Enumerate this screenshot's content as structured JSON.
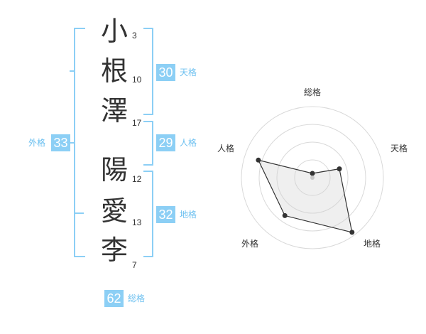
{
  "colors": {
    "accent": "#8ccff5",
    "text": "#333333",
    "label": "#6cc0f0"
  },
  "name_chars": [
    {
      "char": "小",
      "strokes": "3"
    },
    {
      "char": "根",
      "strokes": "10"
    },
    {
      "char": "澤",
      "strokes": "17"
    },
    {
      "char": "陽",
      "strokes": "12"
    },
    {
      "char": "愛",
      "strokes": "13"
    },
    {
      "char": "李",
      "strokes": "7"
    }
  ],
  "kakusu": {
    "tenkaku": {
      "value": "30",
      "label": "天格"
    },
    "jinkaku": {
      "value": "29",
      "label": "人格"
    },
    "chikaku": {
      "value": "32",
      "label": "地格"
    },
    "gaikaku": {
      "value": "33",
      "label": "外格"
    },
    "soukaku": {
      "value": "62",
      "label": "総格"
    }
  },
  "radar": {
    "axes": [
      "総格",
      "天格",
      "地格",
      "外格",
      "人格"
    ],
    "values": [
      0.06,
      0.4,
      0.95,
      0.66,
      0.8
    ]
  }
}
